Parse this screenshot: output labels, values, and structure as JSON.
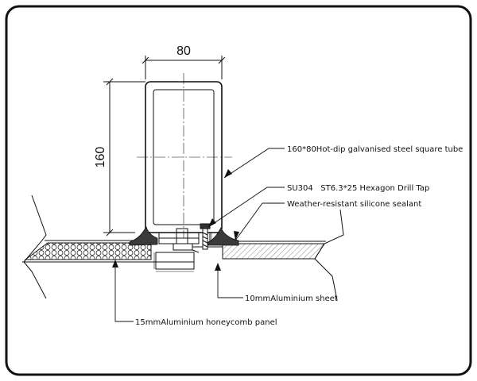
{
  "dimensions": {
    "width": "80",
    "height": "160"
  },
  "labels": {
    "steel_tube": "160*80Hot-dip galvanised steel square tube",
    "drill_tap": "SU304   ST6.3*25 Hexagon Drill Tap",
    "sealant": "Weather-resistant silicone sealant",
    "aluminium_sheet": "10mmAluminium sheet",
    "honeycomb_panel": "15mmAluminium honeycomb panel"
  },
  "colors": {
    "frame_border": "#111111",
    "line": "#111111",
    "sealant_fill": "#3a3a3a",
    "background": "#ffffff"
  }
}
